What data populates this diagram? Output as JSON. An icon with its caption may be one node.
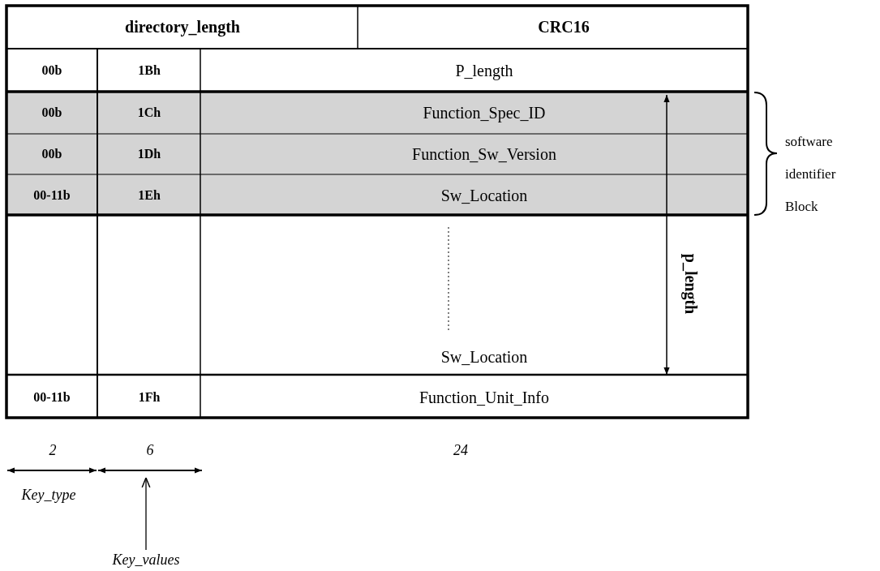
{
  "diagram": {
    "nodes": [
      {
        "text": [
          "Key_values"
        ]
      },
      {
        "text": [],
        "shape": "line"
      }
    ],
    "edges": [
      {
        "from": 0,
        "to": 1,
        "arrow": "to"
      }
    ],
    "labels": [
      "directory_length",
      "CRC16",
      "00b",
      "1Bh",
      "P_length",
      "00b",
      "1Ch",
      "Function_Spec_ID",
      "00b",
      "1Dh",
      "Function_Sw_Version",
      "00-11b",
      "1Eh",
      "Sw_Location",
      "Sw_Location",
      "p_length",
      "00-11b",
      "1Fh",
      "Function_Unit_Info",
      "software identifier Block",
      "2",
      "6",
      "24",
      "Key_type"
    ]
  }
}
